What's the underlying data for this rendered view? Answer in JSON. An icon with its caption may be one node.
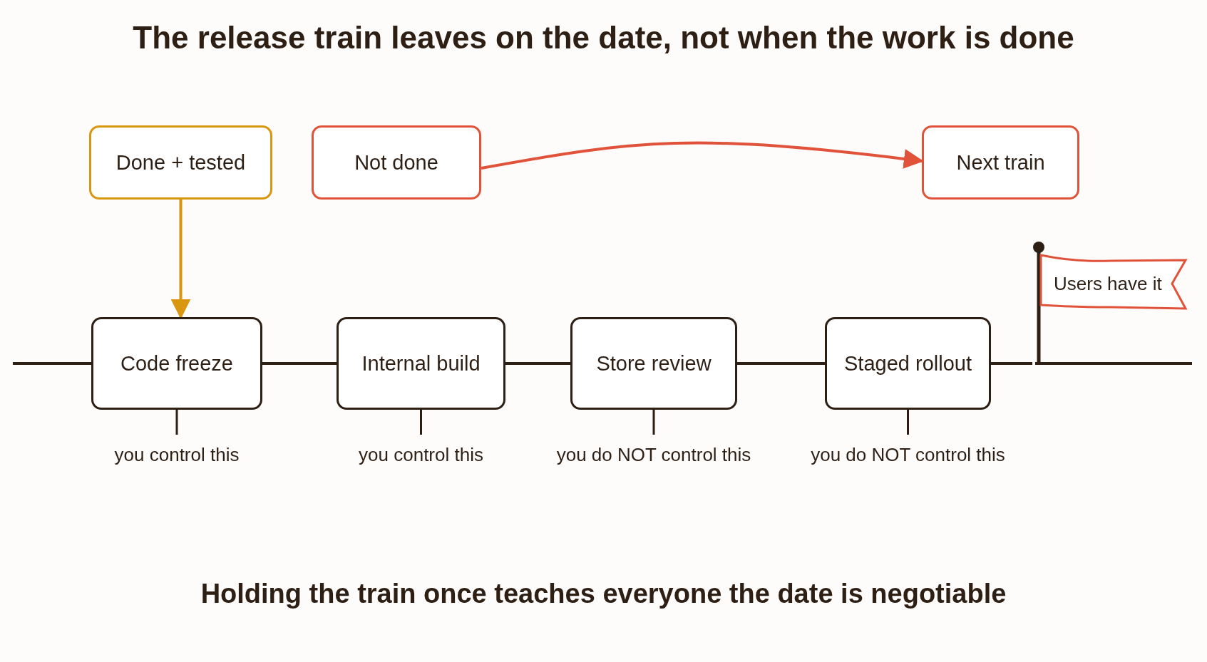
{
  "diagram": {
    "title": "The release train leaves on the date, not when the work is done",
    "caption": "Holding the train once teaches everyone the date is negotiable",
    "nodes": [
      {
        "text": [
          "Done + tested"
        ]
      },
      {
        "text": [
          "Not done"
        ]
      },
      {
        "text": [
          "Next train"
        ]
      },
      {
        "text": [
          "Code freeze"
        ],
        "beside": [
          "you control this"
        ]
      },
      {
        "text": [
          "Internal build"
        ],
        "beside": [
          "you control this"
        ]
      },
      {
        "text": [
          "Store review"
        ],
        "beside": [
          "you do NOT control this"
        ]
      },
      {
        "text": [
          "Staged rollout"
        ],
        "beside": [
          "you do NOT control this"
        ]
      },
      {
        "text": [
          "Users have it"
        ]
      }
    ],
    "edges": [
      {
        "from": 0,
        "to": 3,
        "arrow": "to",
        "color": "#d9960f"
      },
      {
        "from": 1,
        "to": 2,
        "arrow": "to",
        "color": "#e0533a"
      },
      {
        "from": null,
        "to": 3,
        "arrow": "none"
      },
      {
        "from": 3,
        "to": 4,
        "arrow": "none"
      },
      {
        "from": 4,
        "to": 5,
        "arrow": "none"
      },
      {
        "from": 5,
        "to": 6,
        "arrow": "none"
      },
      {
        "from": 6,
        "to": 7,
        "arrow": "none"
      }
    ]
  }
}
